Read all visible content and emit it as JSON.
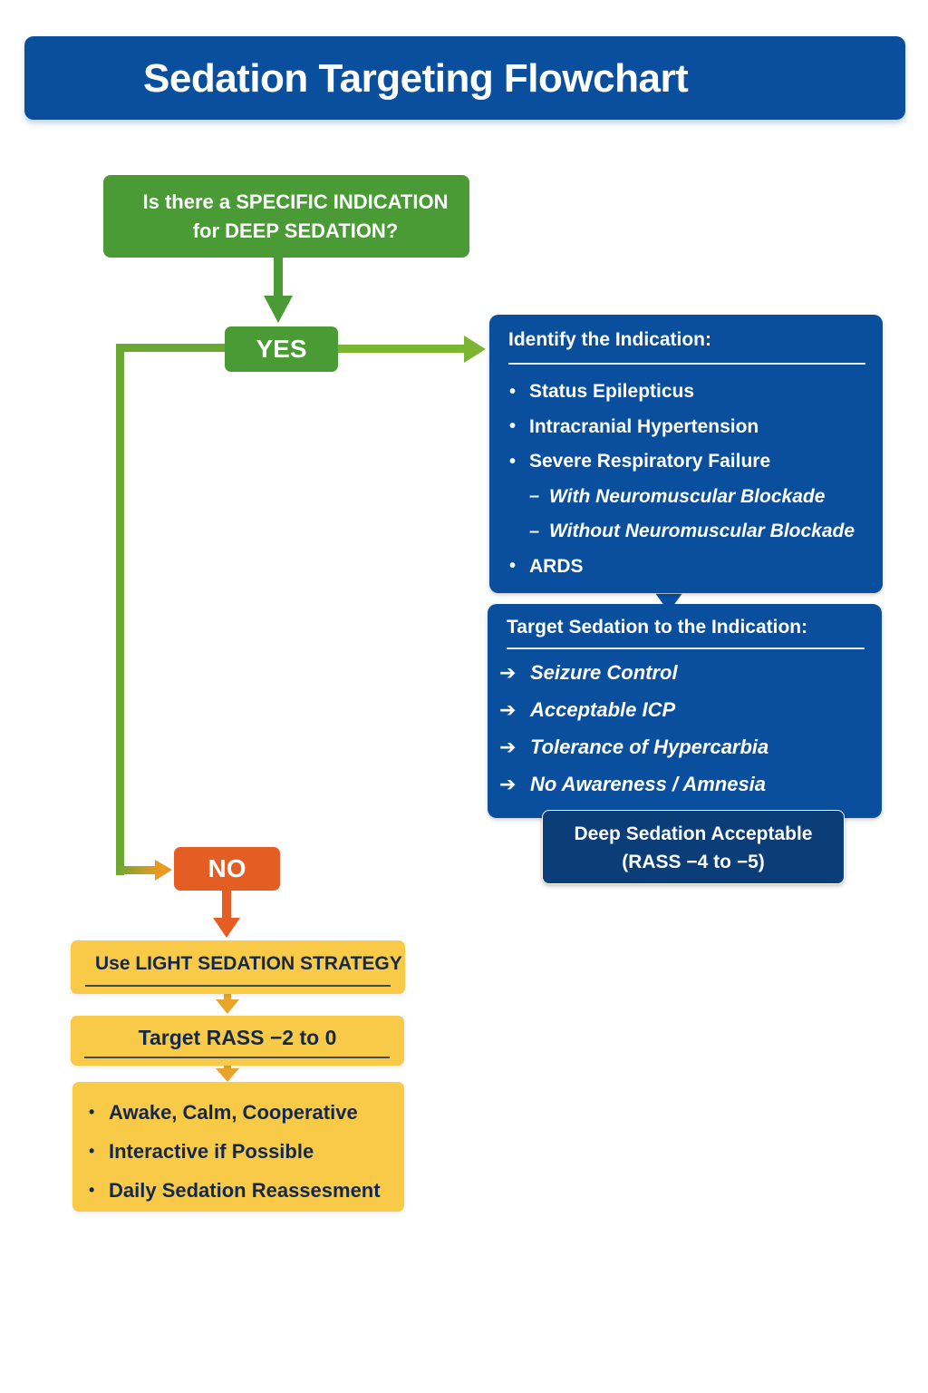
{
  "title": "Sedation Targeting Flowchart",
  "colors": {
    "header_blue": "#0a4f9e",
    "yes_green": "#4a9a36",
    "no_orange": "#e45d22",
    "light_yellow": "#f9c948",
    "deep_navy": "#0b3d78"
  },
  "question": {
    "line1": "Is there a SPECIFIC INDICATION",
    "line2": "for DEEP SEDATION?"
  },
  "yes_label": "YES",
  "no_label": "NO",
  "identify": {
    "heading": "Identify the Indication:",
    "items": [
      {
        "text": "Status Epilepticus",
        "bullet": "•",
        "level": 0
      },
      {
        "text": "Intracranial Hypertension",
        "bullet": "•",
        "level": 0
      },
      {
        "text": "Severe Respiratory Failure",
        "bullet": "•",
        "level": 0
      },
      {
        "text": "With Neuromuscular Blockade",
        "bullet": "–",
        "level": 1
      },
      {
        "text": "Without Neuromuscular Blockade",
        "bullet": "–",
        "level": 1
      },
      {
        "text": "ARDS",
        "bullet": "•",
        "level": 0
      }
    ]
  },
  "target": {
    "heading": "Target Sedation to the Indication:",
    "arrow": "➔",
    "items": [
      "Seizure Control",
      "Acceptable ICP",
      "Tolerance of Hypercarbia",
      "No Awareness / Amnesia"
    ]
  },
  "deep": {
    "line1": "Deep Sedation Acceptable",
    "line2": "(RASS −4 to −5)"
  },
  "light": {
    "strategy": "Use LIGHT SEDATION STRATEGY",
    "rass": "Target RASS −2 to 0",
    "bullet": "•",
    "items": [
      "Awake, Calm, Cooperative",
      "Interactive if Possible",
      "Daily Sedation Reassesment"
    ]
  }
}
